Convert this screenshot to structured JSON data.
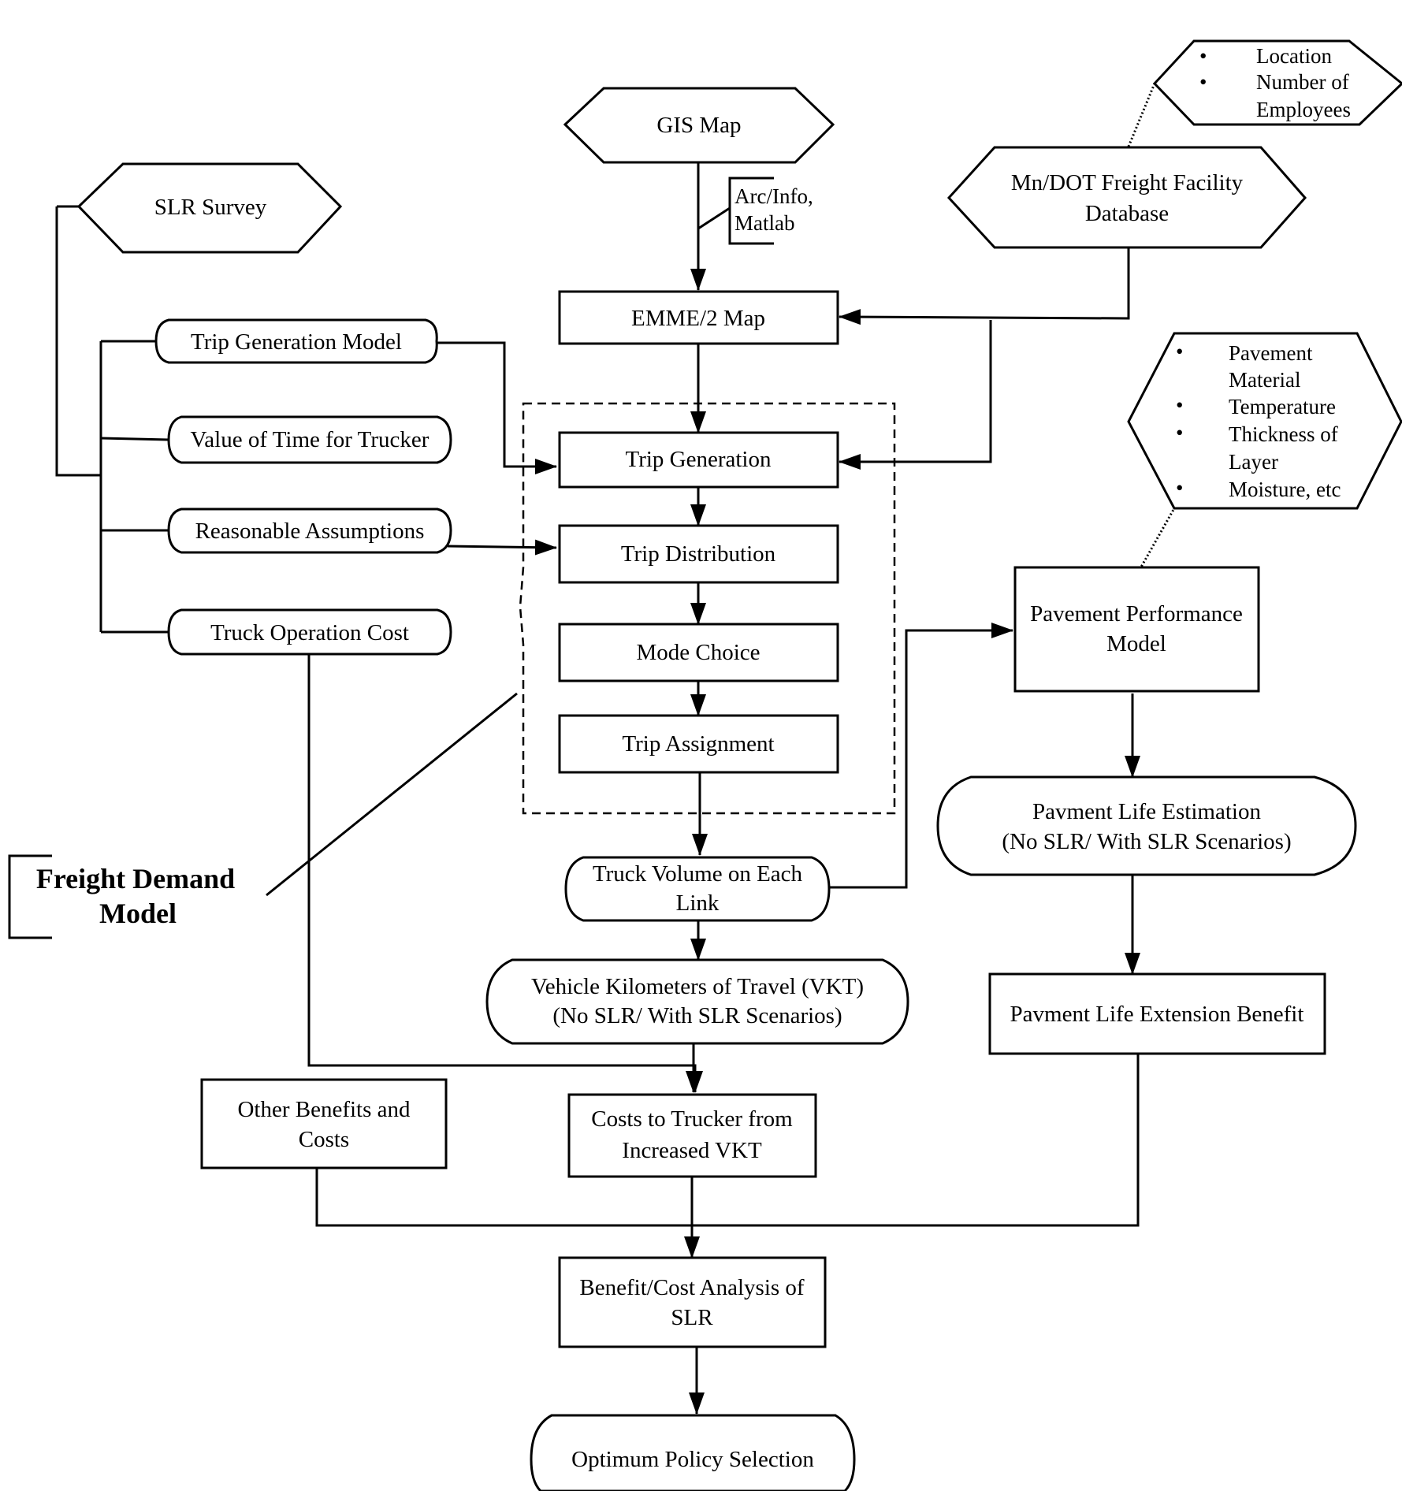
{
  "sources": {
    "gis_map": "GIS Map",
    "slr_survey": "SLR Survey",
    "mndot_db": [
      "Mn/DOT Freight Facility",
      "Database"
    ],
    "arc_info": [
      "Arc/Info,",
      "Matlab"
    ]
  },
  "notes": {
    "facility_attributes": [
      "Location",
      "Number of",
      "Employees"
    ],
    "pavement_attributes": [
      "Pavement",
      "Material",
      "Temperature",
      "Thickness of",
      "Layer",
      "Moisture, etc"
    ]
  },
  "survey_inputs": [
    "Trip Generation Model",
    "Value of Time for Trucker",
    "Reasonable Assumptions",
    "Truck Operation Cost"
  ],
  "freight_model": {
    "label": [
      "Freight Demand",
      "Model"
    ],
    "emme_map": "EMME/2 Map",
    "steps": [
      "Trip Generation",
      "Trip Distribution",
      "Mode Choice",
      "Trip Assignment"
    ]
  },
  "outputs": {
    "truck_volume": [
      "Truck Volume on Each",
      "Link"
    ],
    "vkt": [
      "Vehicle Kilometers of Travel (VKT)",
      "(No SLR/ With SLR Scenarios)"
    ],
    "costs_trucker": [
      "Costs to Trucker  from",
      "Increased  VKT"
    ],
    "other_benefits": [
      "Other Benefits and",
      "Costs"
    ],
    "benefit_cost": [
      "Benefit/Cost Analysis of",
      "SLR"
    ],
    "optimum": "Optimum Policy Selection"
  },
  "pavement": {
    "model": [
      "Pavement Performance",
      "Model"
    ],
    "life_estimation": [
      "Pavment Life Estimation",
      "(No SLR/ With  SLR Scenarios)"
    ],
    "life_extension": "Pavment Life Extension Benefit"
  }
}
